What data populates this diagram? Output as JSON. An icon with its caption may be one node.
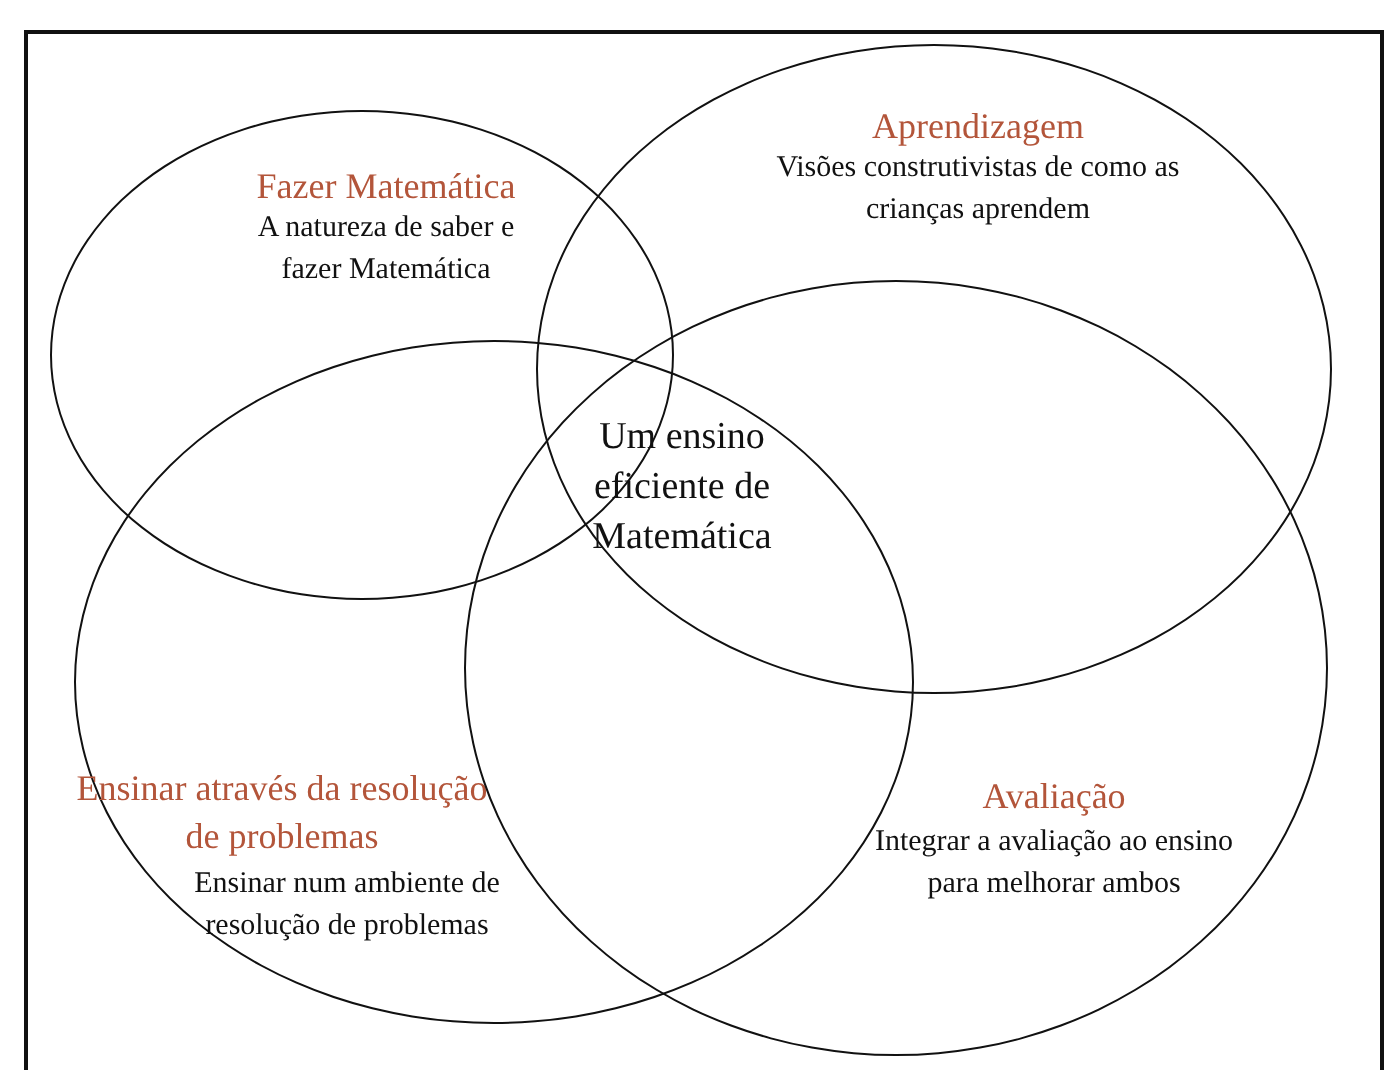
{
  "diagram": {
    "nodes": [
      {
        "text": [
          "Fazer Matemática",
          "A natureza de saber e fazer Matemática"
        ]
      },
      {
        "text": [
          "Aprendizagem",
          "Visões construtivistas de como as crianças aprendem"
        ]
      },
      {
        "text": [
          "Ensinar através da resolução de problemas",
          "Ensinar num ambiente de resolução de problemas"
        ]
      },
      {
        "text": [
          "Avaliação",
          "Integrar a avaliação ao ensino para melhorar ambos"
        ]
      }
    ],
    "edges": [],
    "labels": [
      "Um ensino eficiente de Matemática"
    ]
  }
}
